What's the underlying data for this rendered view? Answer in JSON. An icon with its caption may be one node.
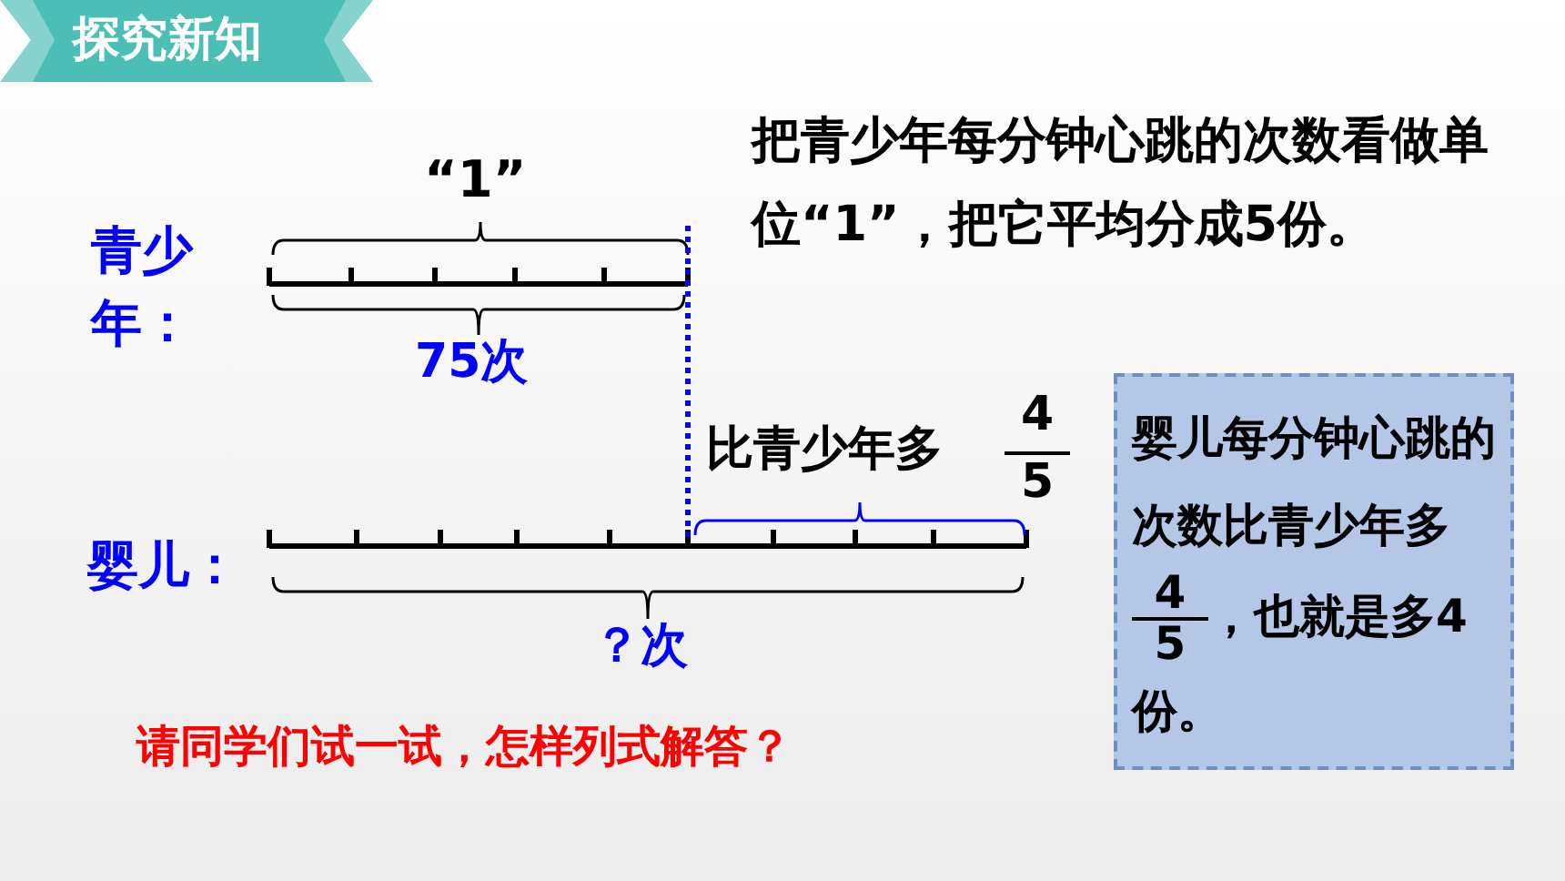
{
  "diagram": {
    "title": "探究新知",
    "nodes": [
      {
        "text": [
          "婴儿每分钟心跳的次数比青少年多",
          "4",
          "5",
          "，也就是多4份。"
        ]
      }
    ],
    "labels": [
      "把青少年每分钟心跳的次数看做单位“1”，把它平均分成5份。",
      "“1”",
      "青少年：",
      "75次",
      "比青少年多",
      "4",
      "5",
      "婴儿：",
      "？次",
      "请同学们试一试，怎样列式解答？"
    ]
  }
}
